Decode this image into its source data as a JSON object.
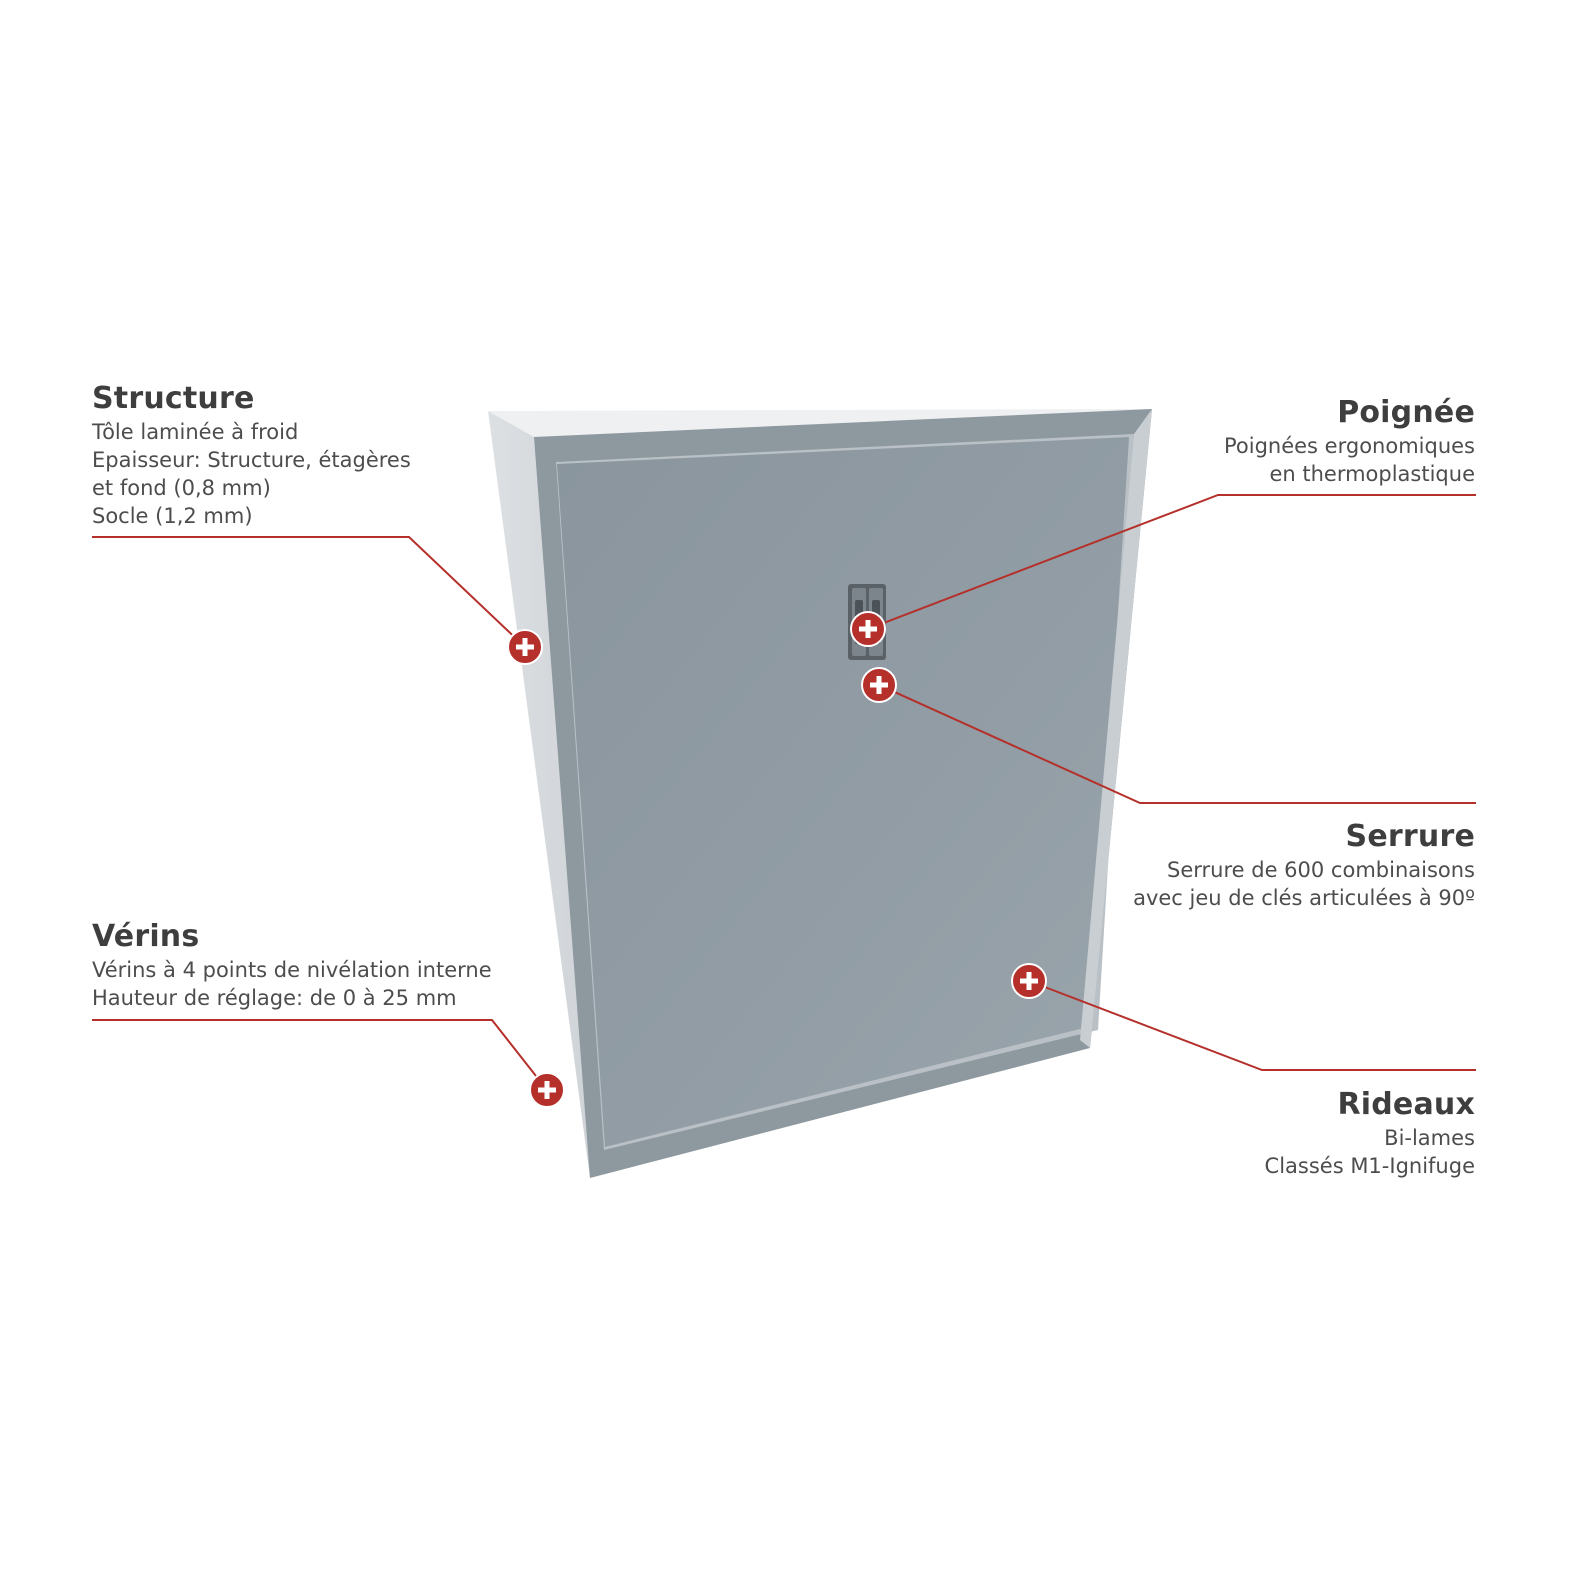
{
  "colors": {
    "accent": "#b5302a",
    "cabinet_side": "#d4d8dc",
    "cabinet_front": "#8f9ba3",
    "cabinet_top": "#eef0f2"
  },
  "callouts": {
    "structure": {
      "title": "Structure",
      "lines": [
        "Tôle laminée à froid",
        "Epaisseur: Structure, étagères",
        "et fond (0,8 mm)",
        "Socle (1,2 mm)"
      ]
    },
    "verins": {
      "title": "Vérins",
      "lines": [
        "Vérins à 4 points de nivélation interne",
        "Hauteur de réglage: de 0 à 25 mm"
      ]
    },
    "poignee": {
      "title": "Poignée",
      "lines": [
        "Poignées ergonomiques",
        "en thermoplastique"
      ]
    },
    "serrure": {
      "title": "Serrure",
      "lines": [
        "Serrure de 600 combinaisons",
        "avec jeu de clés articulées à 90º"
      ]
    },
    "rideaux": {
      "title": "Rideaux",
      "lines": [
        "Bi-lames",
        "Classés M1-Ignifuge"
      ]
    }
  },
  "hotspots": [
    {
      "id": "structure",
      "icon": "plus-icon"
    },
    {
      "id": "poignee",
      "icon": "plus-icon"
    },
    {
      "id": "serrure",
      "icon": "plus-icon"
    },
    {
      "id": "rideaux",
      "icon": "plus-icon"
    },
    {
      "id": "verins",
      "icon": "plus-icon"
    }
  ]
}
